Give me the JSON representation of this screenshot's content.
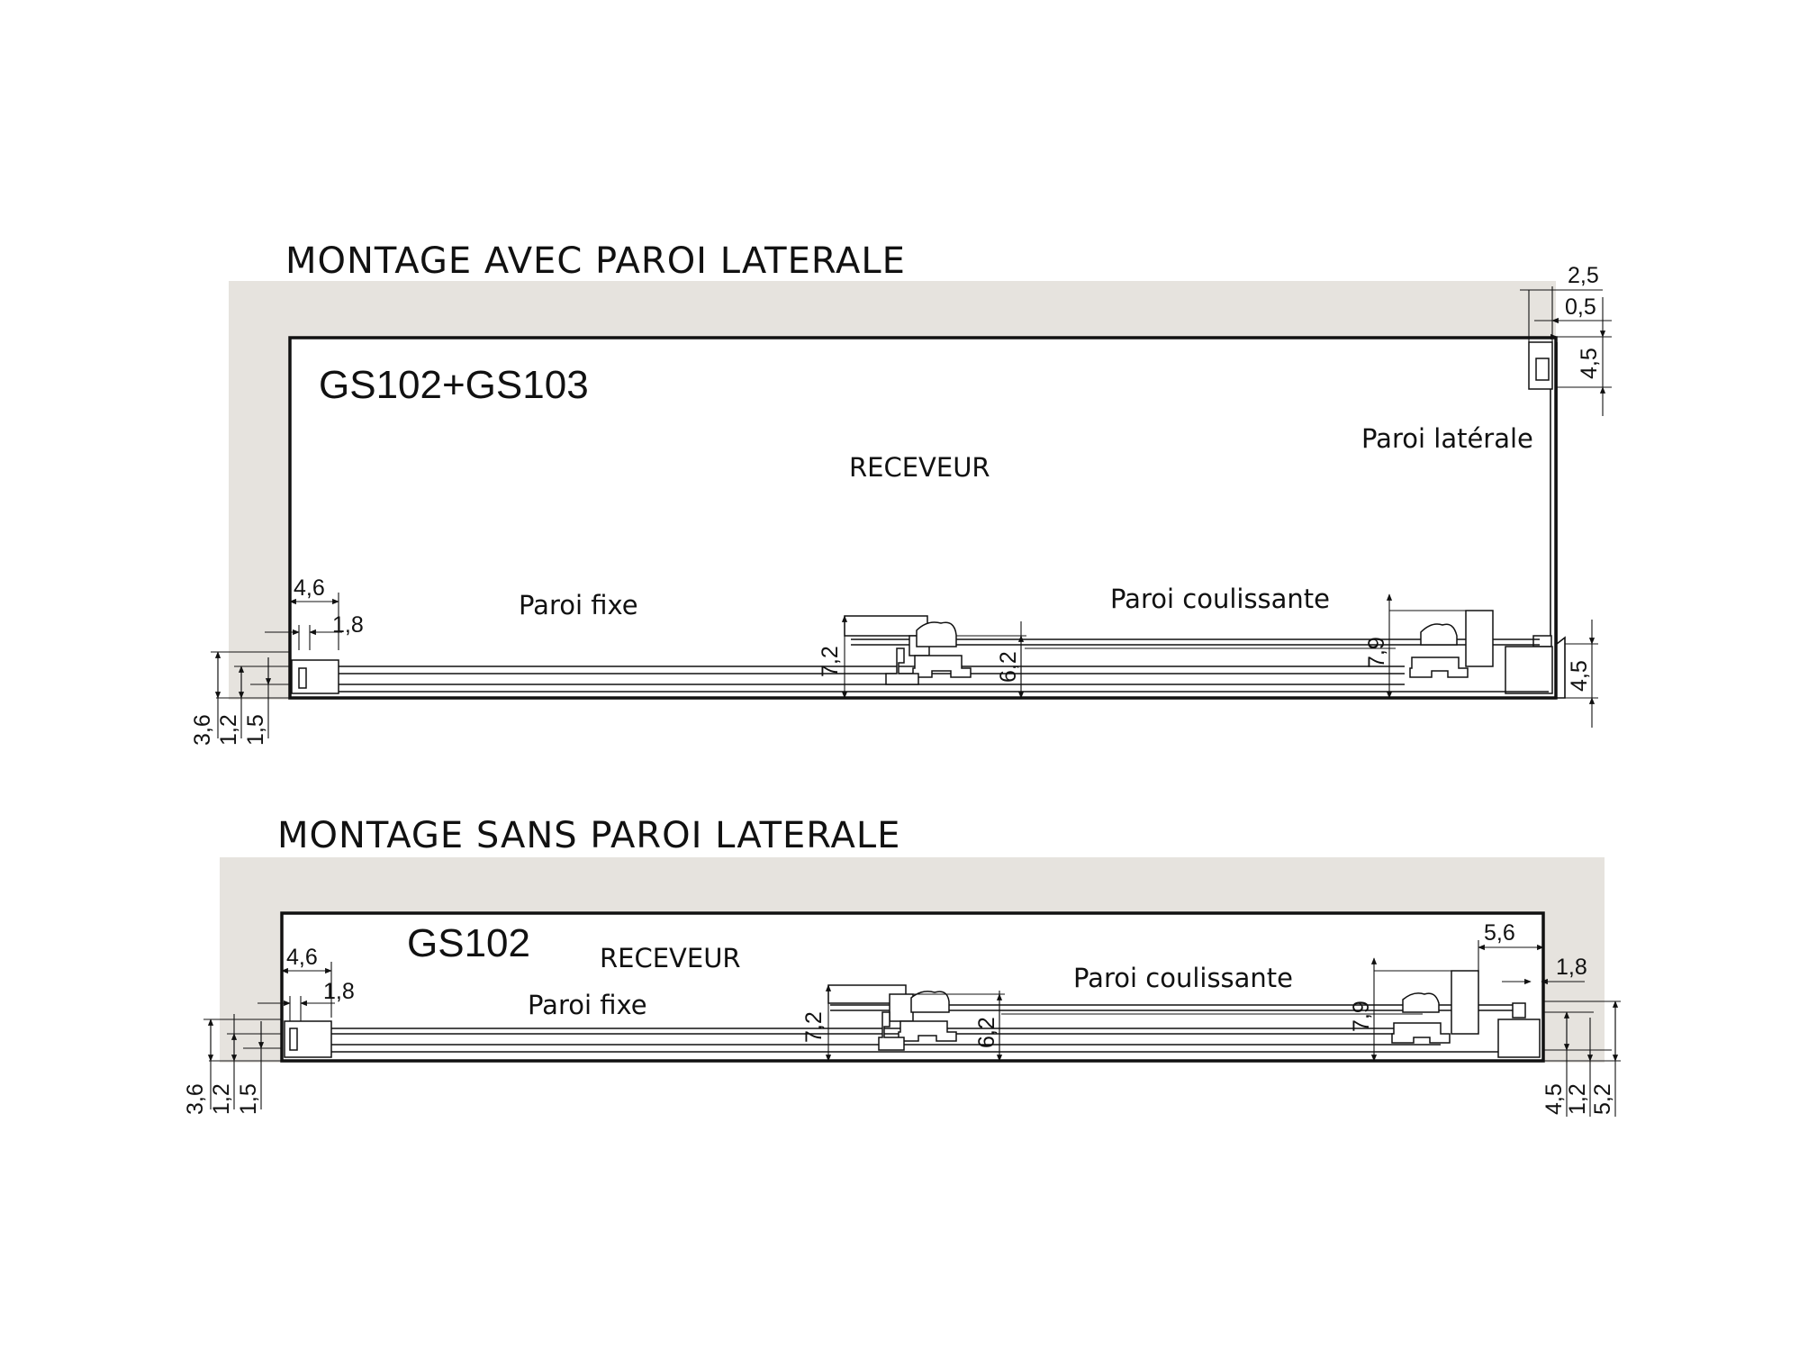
{
  "top": {
    "heading": "MONTAGE AVEC PAROI LATERALE",
    "model": "GS102+GS103",
    "receiver_label": "RECEVEUR",
    "side_wall_label": "Paroi latérale",
    "fixed_panel_label": "Paroi fixe",
    "sliding_panel_label": "Paroi coulissante",
    "dims": {
      "top_2_5": "2,5",
      "top_0_5": "0,5",
      "right_4_5_top": "4,5",
      "left_4_6": "4,6",
      "left_1_8": "1,8",
      "left_3_6": "3,6",
      "left_1_2": "1,2",
      "left_1_5": "1,5",
      "mid_7_2": "7,2",
      "mid_6_2": "6,2",
      "right_7_9": "7,9",
      "right_4_5_bottom": "4,5"
    }
  },
  "bottom": {
    "heading": "MONTAGE SANS PAROI LATERALE",
    "model": "GS102",
    "receiver_label": "RECEVEUR",
    "fixed_panel_label": "Paroi fixe",
    "sliding_panel_label": "Paroi coulissante",
    "dims": {
      "left_4_6": "4,6",
      "left_1_8": "1,8",
      "left_3_6": "3,6",
      "left_1_2": "1,2",
      "left_1_5": "1,5",
      "mid_7_2": "7,2",
      "mid_6_2": "6,2",
      "right_7_9": "7,9",
      "right_5_6": "5,6",
      "right_1_8": "1,8",
      "right_4_5": "4,5",
      "right_1_2": "1,2",
      "right_5_2": "5,2"
    }
  },
  "colors": {
    "wall": "#e6e3de",
    "line": "#111111"
  }
}
